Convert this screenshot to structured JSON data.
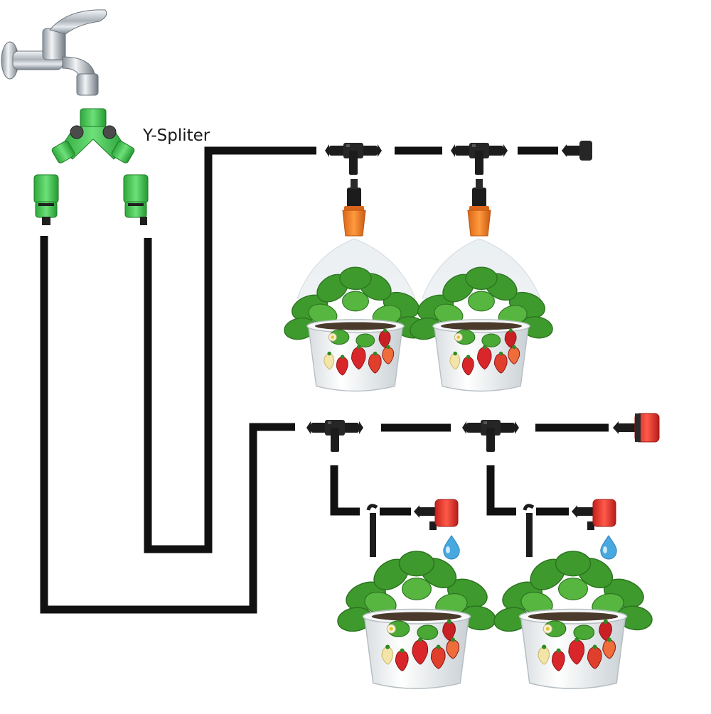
{
  "labels": {
    "y_splitter": "Y-Spliter"
  },
  "colors": {
    "tube": "#111111",
    "fitting": "#1c1c1c",
    "splitter_green": "#3cc34a",
    "mister_orange": "#f07a1f",
    "dripper_red": "#e8312a",
    "water_drop": "#48a8e0",
    "leaf": "#3f9a2e",
    "pot": "#eef1f2",
    "berry": "#d8262a"
  },
  "components": {
    "faucet": "faucet-icon",
    "splitter": "y-splitter",
    "mister": "mist-nozzle",
    "dripper": "drip-emitter",
    "end_plug": "end-plug",
    "tee": "tee-connector",
    "pot": "strawberry-pot"
  }
}
